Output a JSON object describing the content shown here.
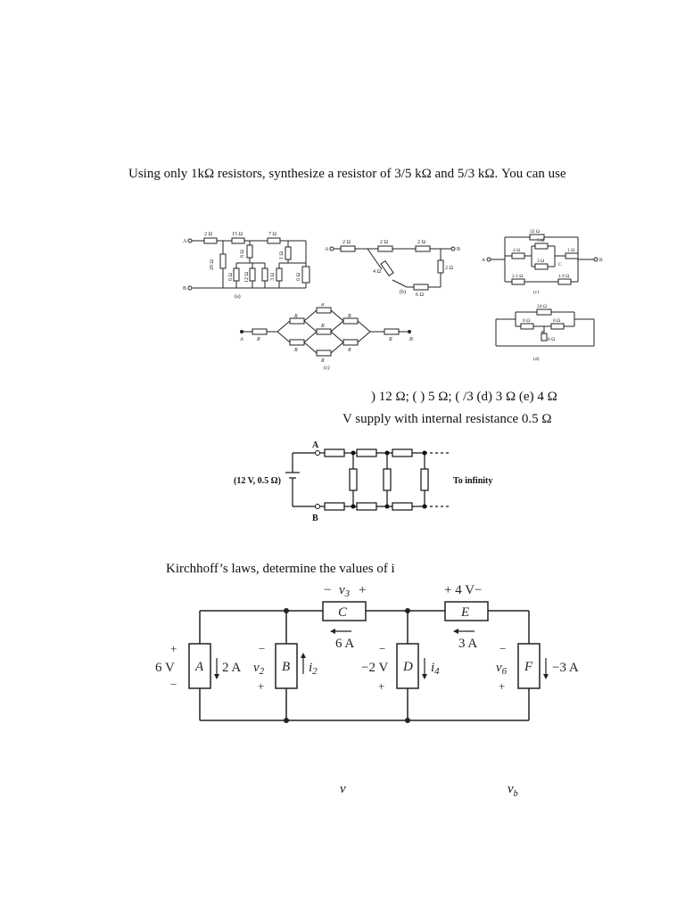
{
  "problem1": {
    "text": "Using only 1kΩ resistors, synthesize a resistor of 3/5 kΩ and 5/3 kΩ. You can use"
  },
  "figure_a": {
    "node_a": "A",
    "node_b": "B",
    "caption": "(a)",
    "r_top1": "2 Ω",
    "r_top2": "15 Ω",
    "r_top3": "7 Ω",
    "r_left": "20 Ω",
    "r_6a": "6 Ω",
    "r_6b": "6 Ω",
    "r_12": "12 Ω",
    "r_1": "1 Ω",
    "r_3": "3 Ω",
    "r_6c": "6 Ω"
  },
  "figure_b": {
    "node_a": "A",
    "node_b": "B",
    "caption": "(b)",
    "r1": "2 Ω",
    "r2": "2 Ω",
    "r3": "2 Ω",
    "r4": "4 Ω",
    "r5": "2 Ω",
    "r6": "6 Ω"
  },
  "figure_c_right": {
    "node_a": "A",
    "node_b": "B",
    "node_c": "C",
    "r_32": "32 Ω",
    "r_5": "5 Ω",
    "r_4": "4 Ω",
    "r_3": "3 Ω",
    "r_1": "1 Ω",
    "r_21": "2.1 Ω",
    "r_19": "1.9 Ω",
    "caption": "(c)"
  },
  "figure_c_ladder": {
    "node_a": "A",
    "node_b": "B",
    "caption": "(c)",
    "r": "R"
  },
  "figure_d": {
    "r_24": "24 Ω",
    "r_8a": "8 Ω",
    "r_8b": "8 Ω",
    "node_a": "A",
    "r_8c": "8 Ω",
    "caption": "(d)"
  },
  "answers": {
    "text": ") 12 Ω; ( ) 5 Ω; (          /3 (d) 3 Ω (e) 4 Ω"
  },
  "supply": {
    "text": "V supply with internal resistance 0.5 Ω"
  },
  "figure_infinite": {
    "node_a": "A",
    "node_b": "B",
    "source": "(12 V, 0.5 Ω)",
    "to_infinity": "To infinity"
  },
  "kirchhoff": {
    "text": "Kirchhoff’s laws, determine the values of i"
  },
  "circuit": {
    "v3_minus": "−",
    "v3": "v",
    "v3_sub": "3",
    "v3_plus": "+",
    "e_voltage": "+ 4 V−",
    "box_c": "C",
    "box_e": "E",
    "current_6a": "6 A",
    "current_3a": "3 A",
    "box_a": "A",
    "box_b": "B",
    "box_d": "D",
    "box_f": "F",
    "va": "6 V",
    "ia": "2 A",
    "vb": "v",
    "vb_sub": "2",
    "ib": "i",
    "ib_sub": "2",
    "vd": "−2 V",
    "id": "i",
    "id_sub": "4",
    "vf": "v",
    "vf_sub": "6",
    "if": "−3 A",
    "plus": "+",
    "minus": "−"
  },
  "bottom": {
    "v": "v",
    "vb": "v",
    "vb_sub": "b"
  }
}
